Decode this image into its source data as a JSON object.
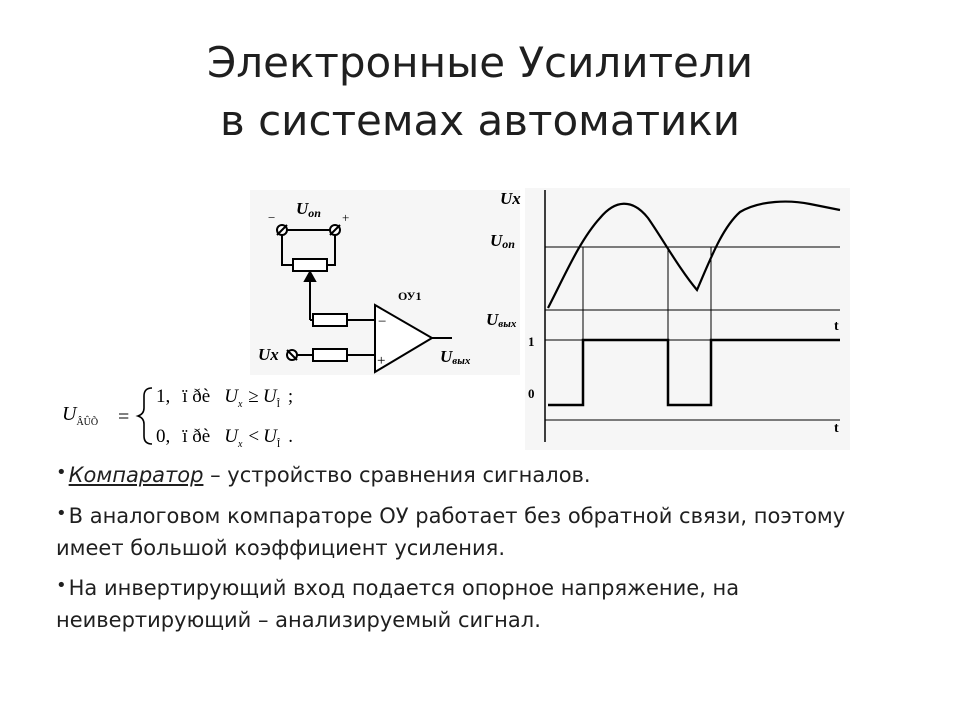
{
  "slide": {
    "title_line1": "Электронные Усилители",
    "title_line2": "в системах автоматики"
  },
  "circuit": {
    "label_uop": "U",
    "label_uop_sub": "оп",
    "label_minus": "−",
    "label_plus": "+",
    "label_amp": "ОУ1",
    "label_amp_minus": "−",
    "label_amp_plus": "+",
    "label_ux": "Ux",
    "label_uvyx": "U",
    "label_uvyx_sub": "вых"
  },
  "formula": {
    "lhs": "U",
    "lhs_sub": "ÂÛÕ",
    "eq": "=",
    "case1_value": "1,",
    "case1_cond_word": "ï ðè",
    "case1_var": "U",
    "case1_var_sub": "x",
    "case1_op": "≥",
    "case1_rhs": "U",
    "case1_rhs_sub": "Î",
    "case1_end": ";",
    "case2_value": "0,",
    "case2_cond_word": "ï ðè",
    "case2_var": "U",
    "case2_var_sub": "x",
    "case2_op": "<",
    "case2_rhs": "U",
    "case2_rhs_sub": "Î",
    "case2_end": "."
  },
  "graph": {
    "label_ux": "Ux",
    "label_uop": "U",
    "label_uop_sub": "оп",
    "label_uvyx": "U",
    "label_uvyx_sub": "вых",
    "label_t_upper": "t",
    "label_t_lower": "t",
    "label_one": "1",
    "label_zero": "0"
  },
  "bullets": {
    "b1_term": "Компаратор",
    "b1_rest": " – устройство сравнения сигналов.",
    "b2": "В аналоговом компараторе ОУ работает без обратной связи, поэтому имеет большой коэффициент усиления.",
    "b3": "На инвертирующий вход подается опорное напряжение, на неивертирующий – анализируемый сигнал."
  },
  "colors": {
    "text": "#1f1f1f",
    "line": "#000000",
    "figure_bg": "#f6f6f6"
  }
}
